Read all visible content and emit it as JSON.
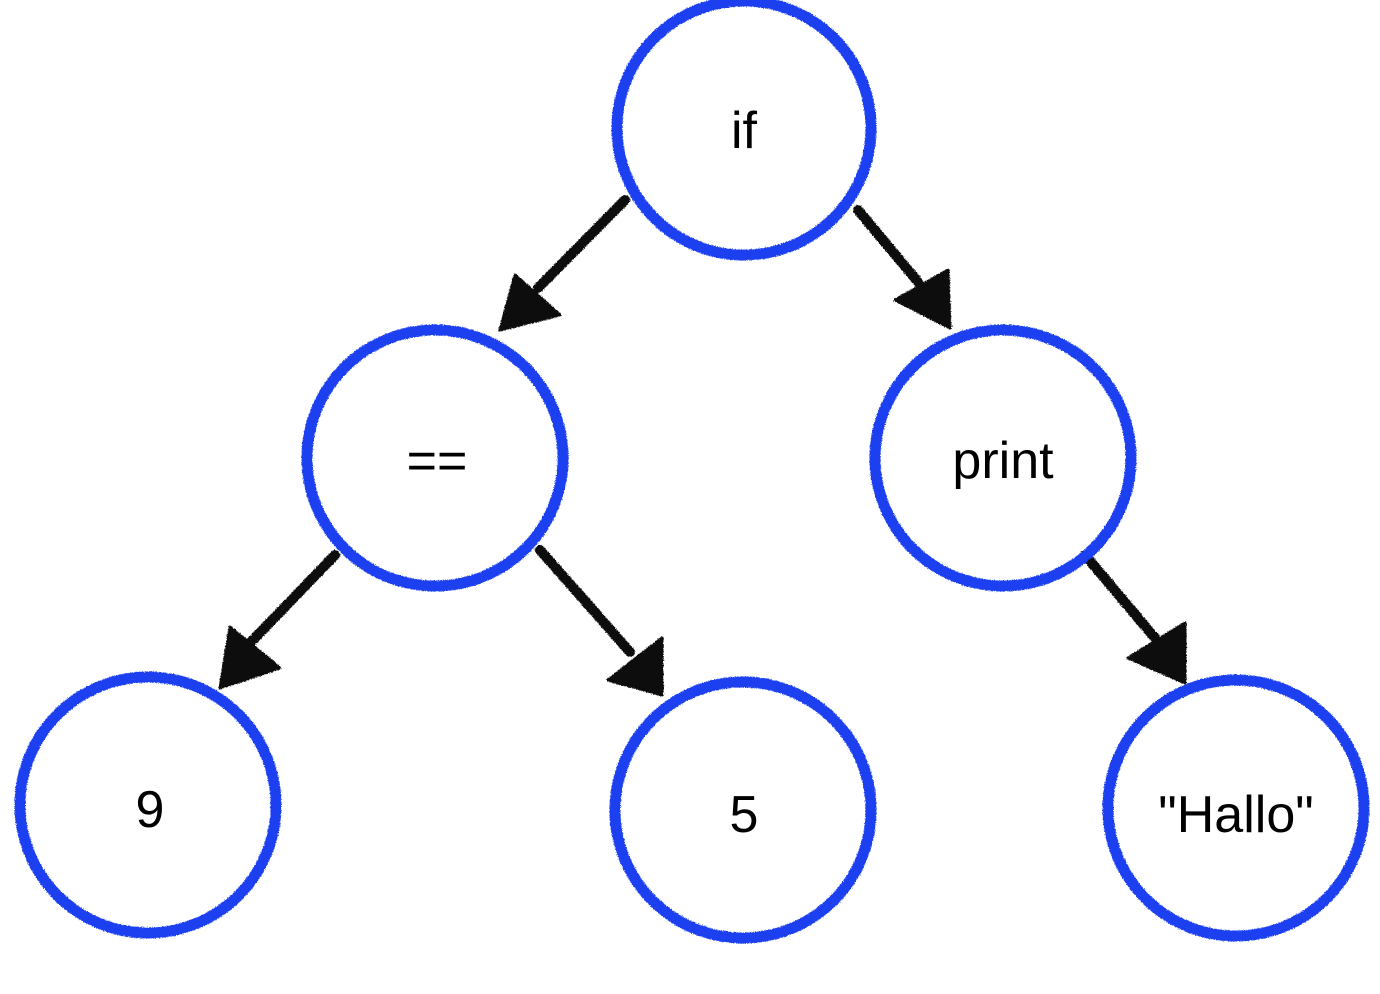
{
  "diagram": {
    "type": "tree",
    "node_stroke_color": "#1a3ff0",
    "edge_color": "#111111",
    "background": "#ffffff",
    "nodes": [
      {
        "id": "if",
        "label": "if"
      },
      {
        "id": "eq",
        "label": "=="
      },
      {
        "id": "print",
        "label": "print"
      },
      {
        "id": "nine",
        "label": "9"
      },
      {
        "id": "five",
        "label": "5"
      },
      {
        "id": "hallo",
        "label": "\"Hallo\""
      }
    ],
    "edges": [
      {
        "from": "if",
        "to": "eq"
      },
      {
        "from": "if",
        "to": "print"
      },
      {
        "from": "eq",
        "to": "nine"
      },
      {
        "from": "eq",
        "to": "five"
      },
      {
        "from": "print",
        "to": "hallo"
      }
    ]
  }
}
